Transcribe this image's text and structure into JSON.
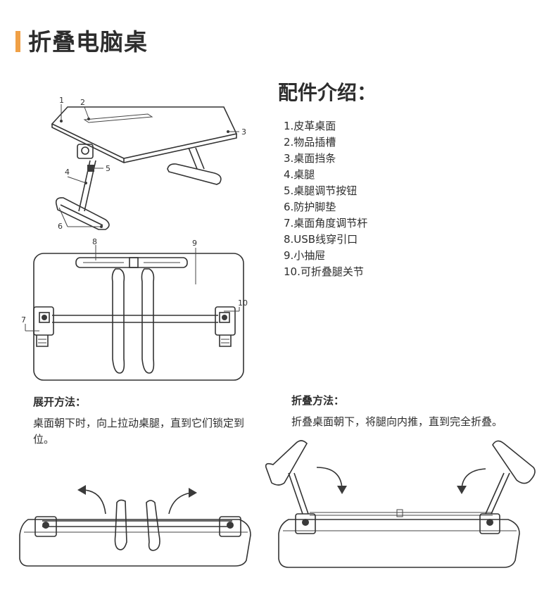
{
  "header": {
    "title": "折叠电脑桌",
    "accent_color": "#f0a046"
  },
  "parts": {
    "title": "配件介绍：",
    "items": [
      "1.皮革桌面",
      "2.物品插槽",
      "3.桌面挡条",
      "4.桌腿",
      "5.桌腿调节按钮",
      "6.防护脚垫",
      "7.桌面角度调节杆",
      "8.USB线穿引口",
      "9.小抽屉",
      "10.可折叠腿关节"
    ]
  },
  "diagram_labels": {
    "l1": "1",
    "l2": "2",
    "l3": "3",
    "l4": "4",
    "l5": "5",
    "l6": "6",
    "l7": "7",
    "l8": "8",
    "l9": "9",
    "l10": "10"
  },
  "unfold": {
    "title": "展开方法：",
    "text": "桌面朝下时，向上拉动桌腿，直到它们锁定到位。"
  },
  "fold": {
    "title": "折叠方法：",
    "text": "折叠桌面朝下，将腿向内推，直到完全折叠。"
  }
}
